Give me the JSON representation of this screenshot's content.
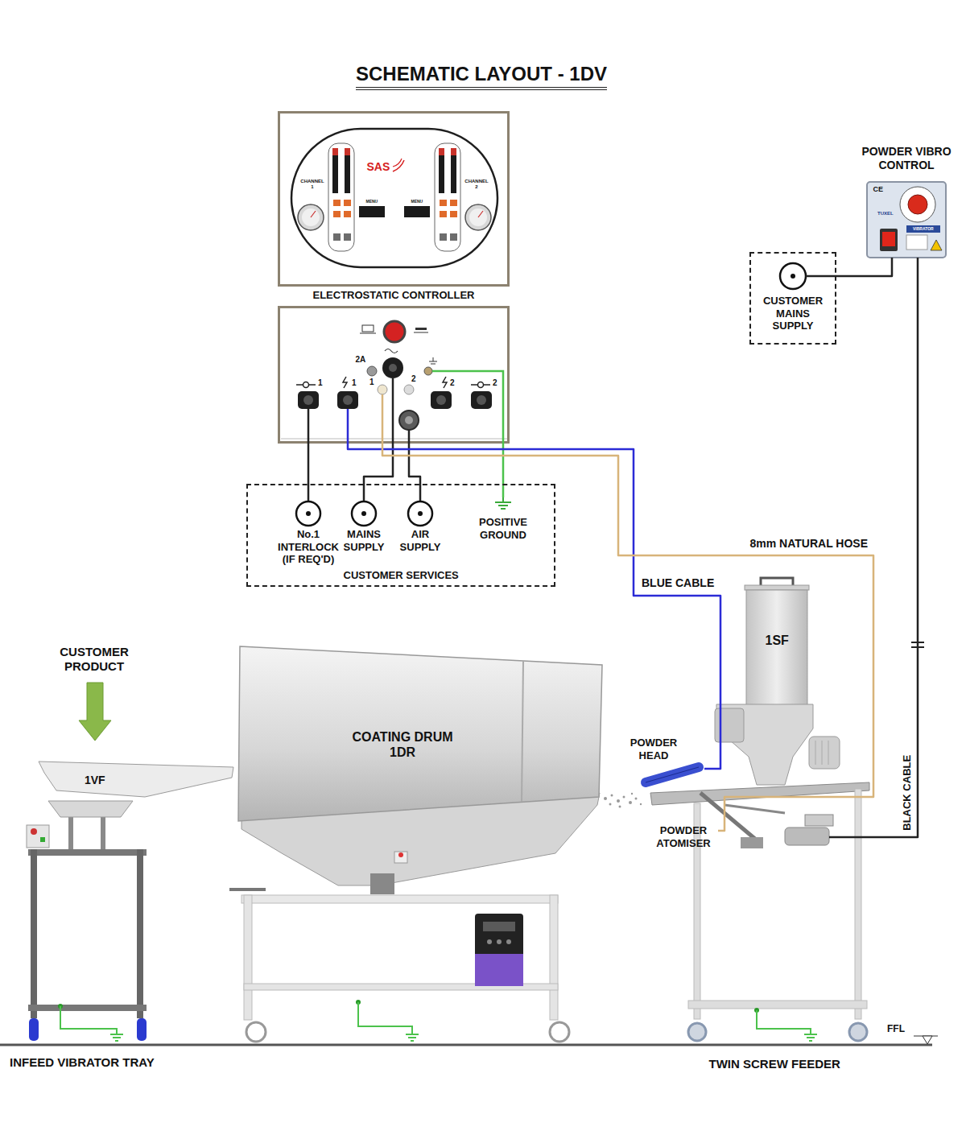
{
  "diagram": {
    "title": "SCHEMATIC LAYOUT - 1DV",
    "nodes": [
      {
        "text": [
          "ELECTROSTATIC CONTROLLER"
        ]
      },
      {
        "text": [
          "POWDER VIBRO CONTROL"
        ]
      },
      {
        "text": [
          "CUSTOMER MAINS SUPPLY"
        ]
      },
      {
        "text": [
          "1",
          "1",
          "2A",
          "1",
          "2",
          "2",
          "2"
        ]
      },
      {
        "text": [
          "CUSTOMER SERVICES"
        ]
      },
      {
        "text": [
          "No.1 INTERLOCK (IF REQ'D)"
        ],
        "in": 4
      },
      {
        "text": [
          "MAINS SUPPLY"
        ],
        "in": 4
      },
      {
        "text": [
          "AIR SUPPLY"
        ],
        "in": 4
      },
      {
        "text": [
          "POSITIVE GROUND"
        ],
        "in": 4
      },
      {
        "text": [
          "1VF",
          "INFEED VIBRATOR TRAY"
        ]
      },
      {
        "text": [
          "COATING DRUM 1DR"
        ]
      },
      {
        "text": [
          "1SF",
          "TWIN SCREW FEEDER"
        ]
      },
      {
        "text": [
          "POWDER HEAD"
        ],
        "in": 11
      },
      {
        "text": [
          "POWDER ATOMISER"
        ],
        "in": 11
      }
    ],
    "edges": [
      {
        "from": 3,
        "to": 5,
        "arrow": "none"
      },
      {
        "from": 3,
        "to": 6,
        "arrow": "none"
      },
      {
        "from": 3,
        "to": 7,
        "arrow": "none"
      },
      {
        "from": 3,
        "to": 8,
        "arrow": "none"
      },
      {
        "from": 3,
        "to": 12,
        "label": "BLUE CABLE",
        "arrow": "none"
      },
      {
        "from": 3,
        "to": 13,
        "label": "8mm NATURAL HOSE",
        "arrow": "none"
      },
      {
        "from": 2,
        "to": 1,
        "arrow": "none"
      },
      {
        "from": 1,
        "to": 11,
        "label": "BLACK CABLE",
        "arrow": "none"
      }
    ],
    "labels": [
      "SAS",
      "CHANNEL 1",
      "CHANNEL 2",
      "MENU",
      "MENU",
      "CE",
      "TUXEL",
      "VIBRATOR",
      "CUSTOMER PRODUCT",
      "FFL"
    ]
  }
}
